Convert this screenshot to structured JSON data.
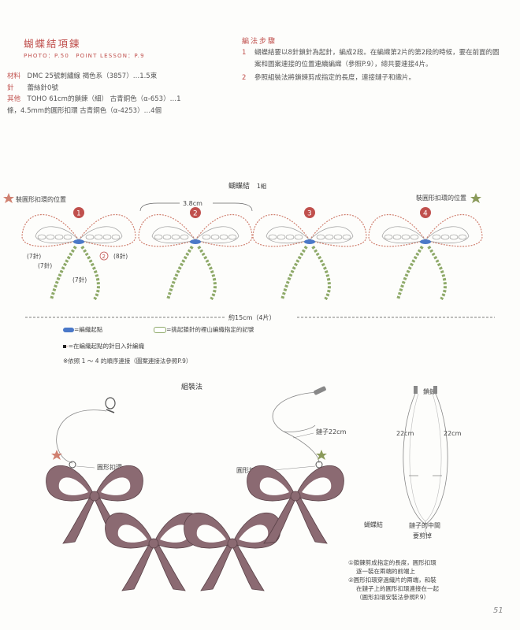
{
  "title": "蝴蝶結項鍊",
  "photo_line": "PHOTO：P.50　POINT LESSON：P.9",
  "materials": [
    {
      "label": "材料",
      "text": "DMC 25號刺繡線 褐色系（3857）…1.5束"
    },
    {
      "label": "針",
      "text": "蕾絲針0號"
    },
    {
      "label": "其他",
      "text": "TOHO 61cm的鎖鍊（細） 古青銅色（α-653）…1"
    },
    {
      "label": "",
      "text": "條，4.5mm的圓形扣環 古青銅色（α-4253）…4個"
    }
  ],
  "steps_heading": "編法步驟",
  "steps": [
    {
      "num": "1",
      "text": "蝴蝶結要以8針鎖針為起針，編成2段。在編織第2片的第2段的時候，要在前面的圖案和圖案連接的位置連續編織（參照P.9），總共要連接4片。"
    },
    {
      "num": "2",
      "text": "參照組裝法將鎖鍊剪成指定的長度，連接鏈子和織片。"
    }
  ],
  "chart": {
    "title": "蝴蝶結",
    "count": "1組",
    "left_label": "裝圓形扣環的位置",
    "right_label": "裝圓形扣環的位置",
    "dim_top": "3.8cm",
    "dim_bottom": "約15cm（4片）",
    "st1": "(7針)",
    "st2": "(7針)",
    "st3": "(7針)",
    "st4": "(8針)",
    "circle2": "2",
    "numbers": [
      "1",
      "2",
      "3",
      "4"
    ]
  },
  "legend": {
    "item1": "=編織起點",
    "item2": "=挑起鎖針的裡山編織指定的記號",
    "item3": "=在編織起點的針目入針編織",
    "item4": "※依照 1 ～ 4 的順序連接（圖案連接法參照P.9）"
  },
  "assembly": {
    "title": "組裝法",
    "chain_label": "鏈子22cm",
    "ring_left": "圓形扣環",
    "ring_right": "圓形扣環",
    "bow_label": "蝴蝶結",
    "chain_top": "鎖鍊",
    "len_left": "22cm",
    "len_right": "22cm",
    "middle": "鏈子的中間",
    "cut": "要剪掉",
    "note1a": "①鎖鍊剪成指定的長度，圓形扣環",
    "note1b": "逐一裝在兩端的前端上",
    "note2a": "②圓形扣環穿過織片的兩端，和裝",
    "note2b": "在鏈子上的圓形扣環連接在一起",
    "note2c": "（圓形扣環安裝法參照P.9）"
  },
  "page_number": "51",
  "colors": {
    "accent": "#c0504d",
    "bow_fill": "#8b6a72",
    "chain_green": "#8faa6a",
    "start_blue": "#4a78c8"
  }
}
